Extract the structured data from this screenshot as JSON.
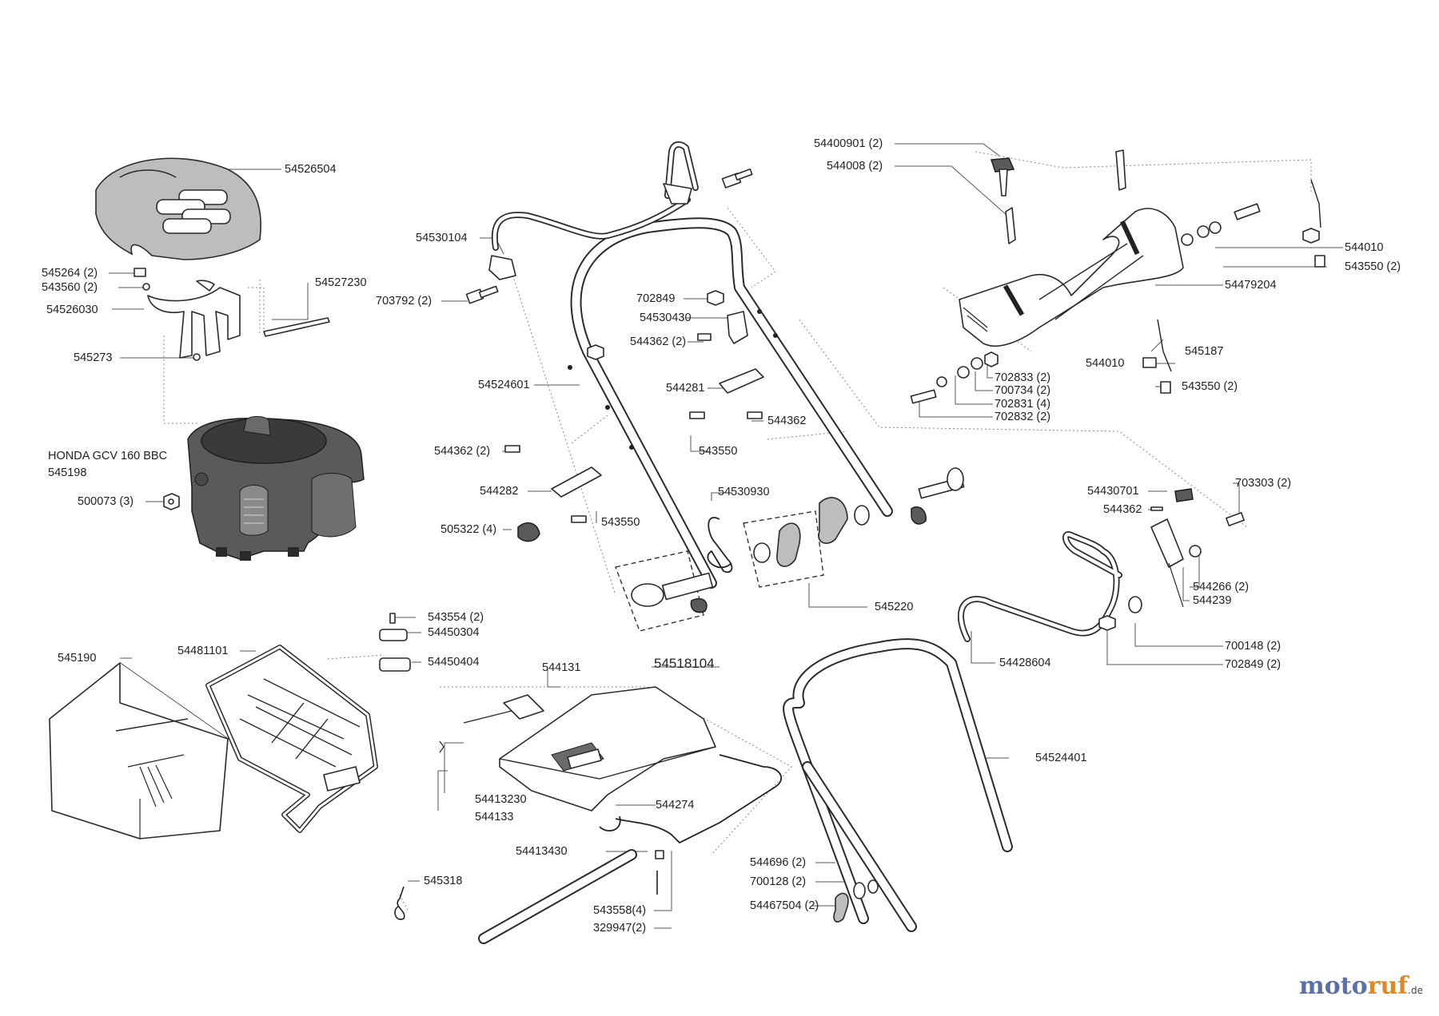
{
  "colors": {
    "line": "#2a2a2a",
    "engine_fill": "#5a5a5a",
    "cover_fill": "#bdbdbd",
    "logo_blue": "#5b6fa8",
    "logo_orange": "#d98a2b"
  },
  "engine": {
    "model": "HONDA GCV 160 BBC",
    "part_no": "545198"
  },
  "labels": {
    "l54526504": "54526504",
    "l545264": "545264 (2)",
    "l543560": "543560 (2)",
    "l54527230": "54527230",
    "l54526030": "54526030",
    "l545273": "545273",
    "l500073": "500073 (3)",
    "l54530104": "54530104",
    "l703792": "703792 (2)",
    "l702849a": "702849",
    "l54530430": "54530430",
    "l544362a": "544362 (2)",
    "l54524601": "54524601",
    "l544281": "544281",
    "l544362b": "544362",
    "l544362c": "544362 (2)",
    "l543550a": "543550",
    "l544282": "544282",
    "l54530930": "54530930",
    "l543550b": "543550",
    "l505322": "505322 (4)",
    "l545220": "545220",
    "l54400901": "54400901 (2)",
    "l544008": "544008 (2)",
    "l544010a": "544010",
    "l543550c": "543550 (2)",
    "l54479204": "54479204",
    "l545187": "545187",
    "l544010b": "544010",
    "l543550d": "543550 (2)",
    "l702833": "702833 (2)",
    "l700734": "700734 (2)",
    "l702831": "702831 (4)",
    "l702832": "702832 (2)",
    "l54430701": "54430701",
    "l703303": "703303 (2)",
    "l544362d": "544362",
    "l544266": "544266 (2)",
    "l544239": "544239",
    "l700148": "700148 (2)",
    "l702849b": "702849 (2)",
    "l54428604": "54428604",
    "l543554": "543554 (2)",
    "l54450304": "54450304",
    "l54450404": "54450404",
    "l545190": "545190",
    "l54481101": "54481101",
    "l544131": "544131",
    "l54518104": "54518104",
    "l54413230": "54413230",
    "l544133": "544133",
    "l544274": "544274",
    "l54524401": "54524401",
    "l54413430": "54413430",
    "l545318": "545318",
    "l543558": "543558(4)",
    "l329947": "329947(2)",
    "l544696": "544696 (2)",
    "l700128": "700128 (2)",
    "l54467504": "54467504 (2)"
  },
  "logo": {
    "main": "moto",
    "accent": "ruf",
    "suffix": ".de"
  }
}
